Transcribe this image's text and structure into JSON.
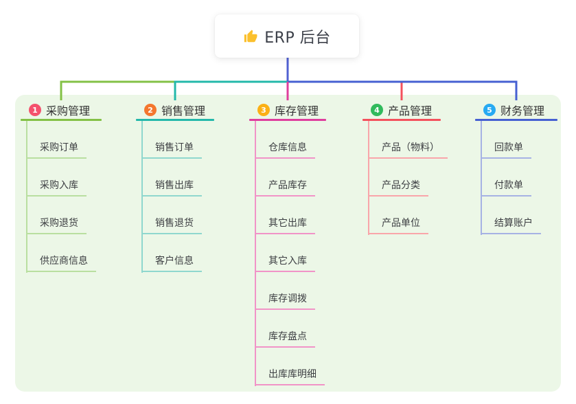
{
  "root": {
    "label": "ERP 后台",
    "icon": "thumbs-up-icon"
  },
  "colors": {
    "page_bg": "#ffffff",
    "canvas_bg": "#ecf7e7",
    "trunk": "#5060d2",
    "root_text": "#3b3f48",
    "heading_text": "#333333",
    "child_text": "#3c3e42",
    "thumb_icon": "#fbc02d"
  },
  "branches": [
    {
      "index": "1",
      "label": "采购管理",
      "badge_color": "#f4516c",
      "line_color": "#83c146",
      "child_line_color": "#b9dfa0",
      "children": [
        "采购订单",
        "采购入库",
        "采购退货",
        "供应商信息"
      ]
    },
    {
      "index": "2",
      "label": "销售管理",
      "badge_color": "#f4772e",
      "line_color": "#23b8aa",
      "child_line_color": "#8fd7ce",
      "children": [
        "销售订单",
        "销售出库",
        "销售退货",
        "客户信息"
      ]
    },
    {
      "index": "3",
      "label": "库存管理",
      "badge_color": "#fbb016",
      "line_color": "#df3e9d",
      "child_line_color": "#f193c7",
      "children": [
        "仓库信息",
        "产品库存",
        "其它出库",
        "其它入库",
        "库存调拨",
        "库存盘点",
        "出库库明细"
      ]
    },
    {
      "index": "4",
      "label": "产品管理",
      "badge_color": "#31ba5c",
      "line_color": "#f4515c",
      "child_line_color": "#f9a5aa",
      "children": [
        "产品（物料）",
        "产品分类",
        "产品单位"
      ]
    },
    {
      "index": "5",
      "label": "财务管理",
      "badge_color": "#27aaf2",
      "line_color": "#4660d2",
      "child_line_color": "#a6b2e4",
      "children": [
        "回款单",
        "付款单",
        "结算账户"
      ]
    }
  ]
}
